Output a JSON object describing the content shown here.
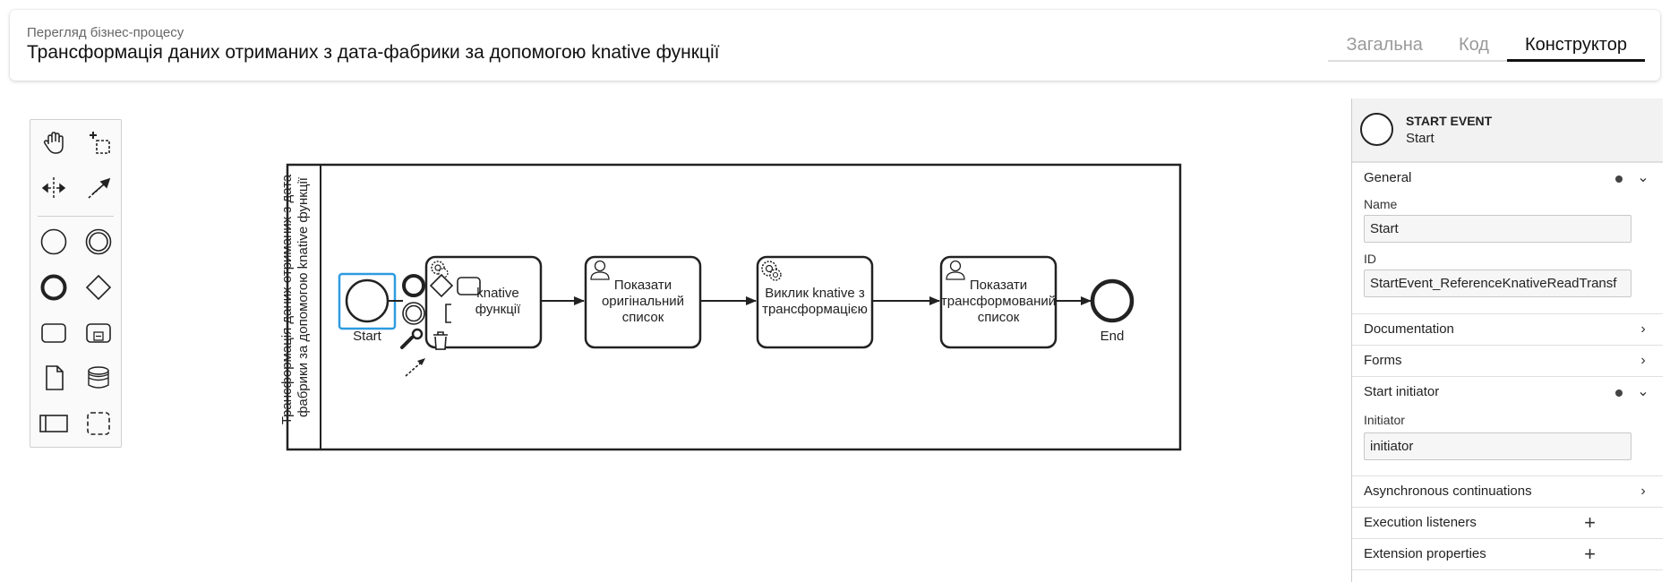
{
  "header": {
    "subtitle": "Перегляд бізнес-процесу",
    "title": "Трансформація даних отриманих з дата-фабрики за допомогою knative функції",
    "tabs": [
      {
        "label": "Загальна",
        "active": false
      },
      {
        "label": "Код",
        "active": false
      },
      {
        "label": "Конструктор",
        "active": true
      }
    ]
  },
  "palette": {
    "tools": [
      "hand-tool-icon",
      "lasso-tool-icon",
      "space-tool-icon",
      "connect-tool-icon",
      "start-event-icon",
      "intermediate-event-icon",
      "end-event-icon",
      "gateway-icon",
      "task-icon",
      "subprocess-icon",
      "data-object-icon",
      "data-store-icon",
      "pool-icon",
      "group-icon"
    ]
  },
  "diagram": {
    "pool_label": "Трансформація даних отриманих з дата-фабрики за допомогою knative функції",
    "start_label": "Start",
    "end_label": "End",
    "task1": "knative функції",
    "task2": "Показати оригінальний список",
    "task3": "Виклик knative з трансформацією",
    "task4": "Показати трансформований список"
  },
  "properties": {
    "event_type": "START EVENT",
    "event_name": "Start",
    "groups": {
      "general": "General",
      "documentation": "Documentation",
      "forms": "Forms",
      "start_initiator": "Start initiator",
      "async": "Asynchronous continuations",
      "execution_listeners": "Execution listeners",
      "extension_properties": "Extension properties"
    },
    "name_label": "Name",
    "name_value": "Start",
    "id_label": "ID",
    "id_value": "StartEvent_ReferenceKnativeReadTransf",
    "initiator_label": "Initiator",
    "initiator_value": "initiator"
  },
  "colors": {
    "selection": "#2f9be0",
    "stroke": "#222222"
  }
}
